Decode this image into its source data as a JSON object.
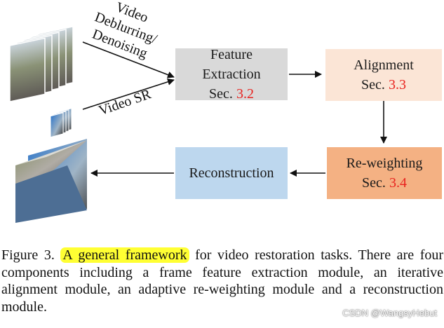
{
  "boxes": {
    "feature": {
      "line1": "Feature",
      "line2": "Extraction",
      "sec_prefix": "Sec. ",
      "sec_ref": "3.2",
      "fill": "#d9d9d9"
    },
    "alignment": {
      "line1": "Alignment",
      "sec_prefix": "Sec. ",
      "sec_ref": "3.3",
      "fill": "#fbe5d6"
    },
    "reweighting": {
      "line1": "Re-weighting",
      "sec_prefix": "Sec. ",
      "sec_ref": "3.4",
      "fill": "#f4b183"
    },
    "reconstruction": {
      "line1": "Reconstruction",
      "fill": "#bdd7ee"
    }
  },
  "labels": {
    "deblur_line1": "Video",
    "deblur_line2": "Deblurring/",
    "deblur_line3": "Denoising",
    "video_sr": "Video SR"
  },
  "caption": {
    "prefix": "Figure 3. ",
    "highlight": "A general framework",
    "rest": " for video restoration tasks. There are four components including a frame feature extraction module, an iterative alignment module, an adaptive re-weighting module and a reconstruction module."
  },
  "watermark": "CSDN @WangsyHebut",
  "colors": {
    "ref_red": "#e8231f",
    "highlight": "#ffff33"
  }
}
